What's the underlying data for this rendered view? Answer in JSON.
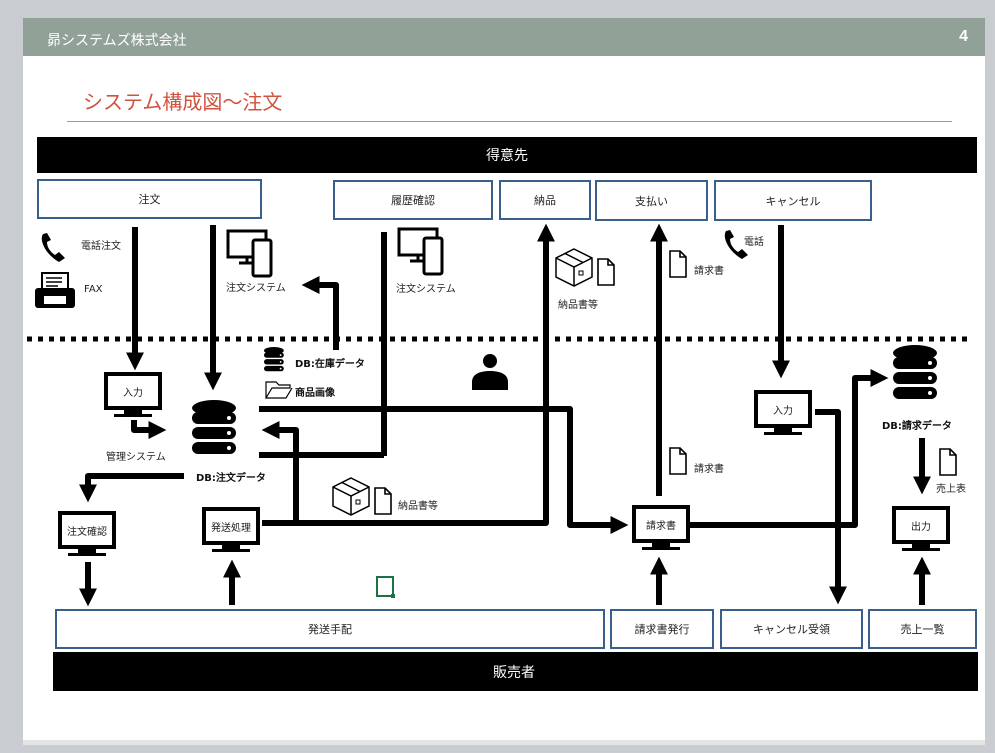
{
  "header": {
    "company": "昴システムズ株式会社",
    "page_number": "4",
    "bar_color": "#92a198"
  },
  "title": {
    "text": "システム構成図～注文",
    "color": "#d0533f"
  },
  "bands": {
    "top": "得意先",
    "bottom": "販売者"
  },
  "customer_boxes": [
    "注文",
    "履歴確認",
    "納品",
    "支払い",
    "キャンセル"
  ],
  "vendor_boxes": [
    "発送手配",
    "請求書発行",
    "キャンセル受領",
    "売上一覧"
  ],
  "labels": {
    "phone_order": "電話注文",
    "fax": "FAX",
    "order_system_1": "注文システム",
    "order_system_2": "注文システム",
    "delivery_docs_1": "納品書等",
    "delivery_docs_2": "納品書等",
    "invoice_1": "請求書",
    "invoice_2": "請求書",
    "phone": "電話",
    "db_stock": "DB:在庫データ",
    "product_images": "商品画像",
    "management_system": "管理システム",
    "db_orders": "DB:注文データ",
    "db_billing": "DB:請求データ",
    "sales_sheet": "売上表"
  },
  "monitors": {
    "input_left": "入力",
    "order_confirm": "注文確認",
    "shipping": "発送処理",
    "invoice": "請求書",
    "input_right": "入力",
    "output": "出力"
  },
  "colors": {
    "box_border": "#3a5f8c",
    "band": "#000000",
    "selection_marker": "#1e7145"
  }
}
